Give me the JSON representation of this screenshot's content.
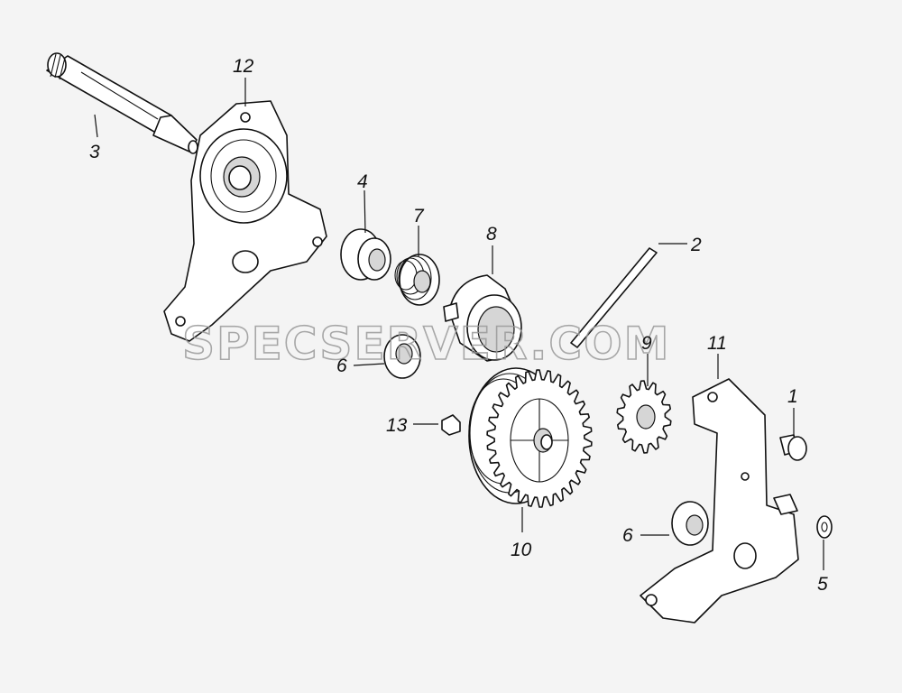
{
  "watermark": "SPECSERVER.COM",
  "callouts": [
    {
      "id": "c12",
      "text": "12"
    },
    {
      "id": "c3",
      "text": "3"
    },
    {
      "id": "c4",
      "text": "4"
    },
    {
      "id": "c7",
      "text": "7"
    },
    {
      "id": "c8",
      "text": "8"
    },
    {
      "id": "c2",
      "text": "2"
    },
    {
      "id": "c9",
      "text": "9"
    },
    {
      "id": "c11",
      "text": "11"
    },
    {
      "id": "c6a",
      "text": "6"
    },
    {
      "id": "c13",
      "text": "13"
    },
    {
      "id": "c1",
      "text": "1"
    },
    {
      "id": "c10",
      "text": "10"
    },
    {
      "id": "c6b",
      "text": "6"
    },
    {
      "id": "c5",
      "text": "5"
    }
  ]
}
